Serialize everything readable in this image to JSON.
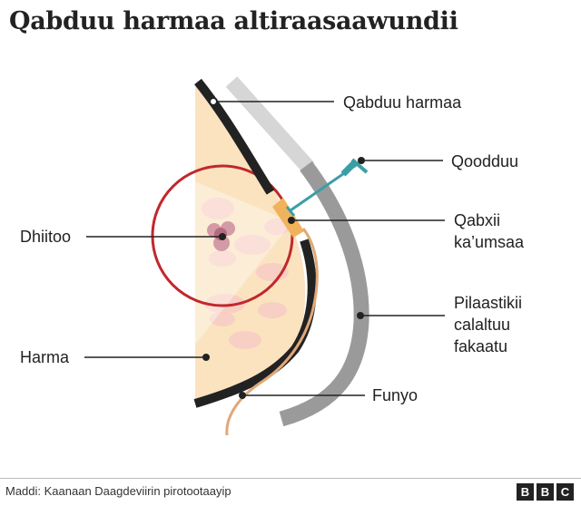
{
  "title": "Qabduu harmaa altiraasaawundii",
  "labels": {
    "probe": "Qabduu harmaa",
    "needle": "Qoodduu",
    "tissue_clip": [
      "Qabxii",
      "ka’umsaa"
    ],
    "tumor": "Dhiitoo",
    "plastic_wrap": [
      "Pilaastikii",
      "calaltuu",
      "fakaatu"
    ],
    "breast": "Harma",
    "string": "Funyo"
  },
  "footer": {
    "source": "Maddi: Kaanaan Daagdeviirin pirotootaayip",
    "brand": [
      "B",
      "B",
      "C"
    ]
  },
  "colors": {
    "breast_fill": "#fbe3c0",
    "tumor": "#b36b80",
    "circle": "#c0282d",
    "needle": "#3a9ea5",
    "probe_black": "#222222",
    "plastic_grey": "#9a9a9a",
    "string": "#e0a878"
  }
}
